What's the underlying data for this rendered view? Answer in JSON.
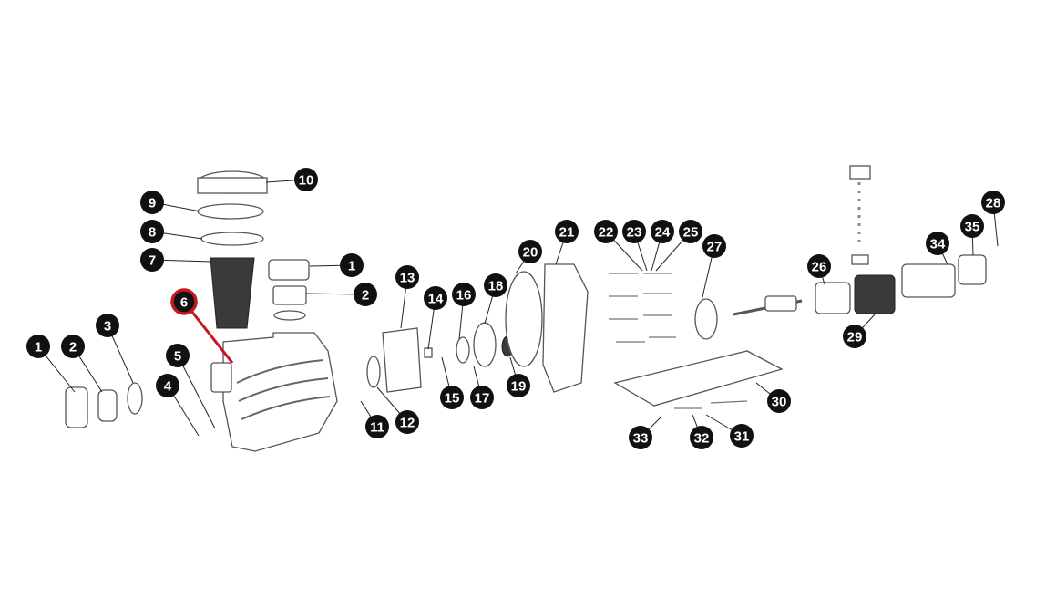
{
  "diagram": {
    "type": "exploded-parts-diagram",
    "highlight_color": "#c0191f",
    "callout_color": "#111111",
    "highlighted_part": "6",
    "callouts": [
      "1",
      "2",
      "3",
      "4",
      "5",
      "6",
      "7",
      "8",
      "9",
      "10",
      "1",
      "2",
      "13",
      "14",
      "16",
      "18",
      "20",
      "21",
      "22",
      "23",
      "24",
      "25",
      "27",
      "26",
      "34",
      "35",
      "28",
      "29",
      "30",
      "31",
      "32",
      "33",
      "11",
      "12",
      "15",
      "17",
      "19"
    ]
  }
}
